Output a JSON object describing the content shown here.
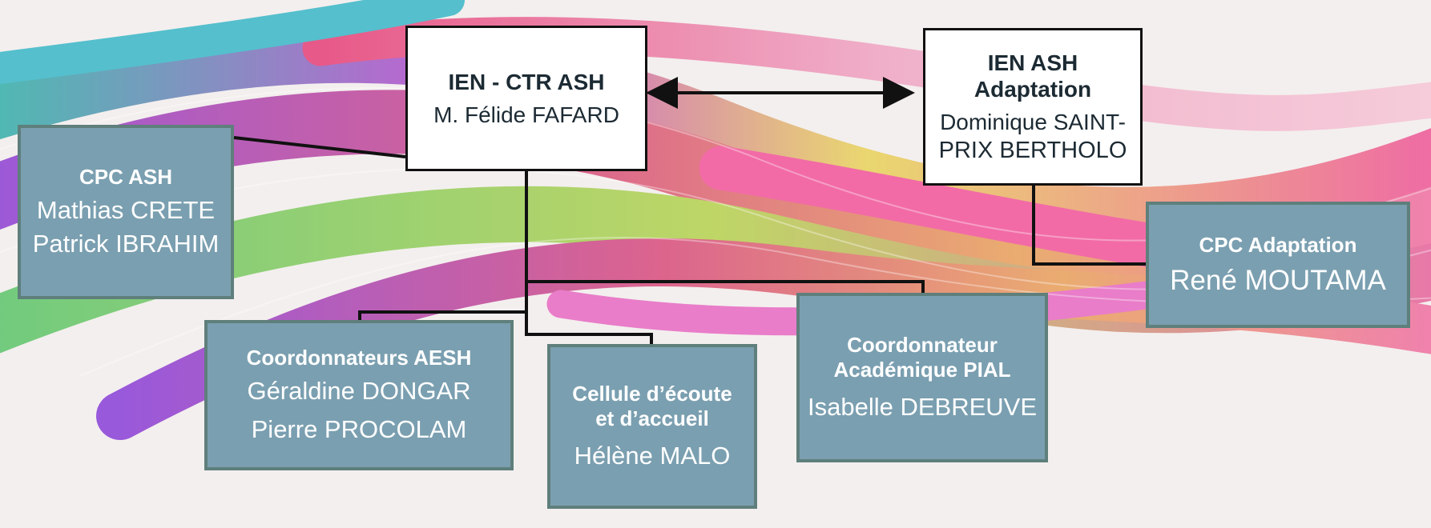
{
  "nodes": {
    "ien_ctr": {
      "title": "IEN - CTR ASH",
      "name": "M. Félide FAFARD"
    },
    "ien_adaptation": {
      "title_1": "IEN ASH",
      "title_2": "Adaptation",
      "name_1": "Dominique SAINT-",
      "name_2": "PRIX BERTHOLO"
    },
    "cpc_ash": {
      "title": "CPC ASH",
      "name_1": "Mathias CRETE",
      "name_2": "Patrick IBRAHIM"
    },
    "cpc_adaptation": {
      "title": "CPC Adaptation",
      "name": "René MOUTAMA"
    },
    "coord_aesh": {
      "title": "Coordonnateurs AESH",
      "name_1": "Géraldine DONGAR",
      "name_2": "Pierre PROCOLAM"
    },
    "cellule": {
      "title_1": "Cellule d’écoute",
      "title_2": "et d’accueil",
      "name": "Hélène MALO"
    },
    "coord_pial": {
      "title_1": "Coordonnateur",
      "title_2": "Académique PIAL",
      "name": "Isabelle DEBREUVE"
    }
  },
  "colors": {
    "teal_fill": "#7a9fb0",
    "teal_border": "#5f7f7c",
    "line": "#111111"
  }
}
